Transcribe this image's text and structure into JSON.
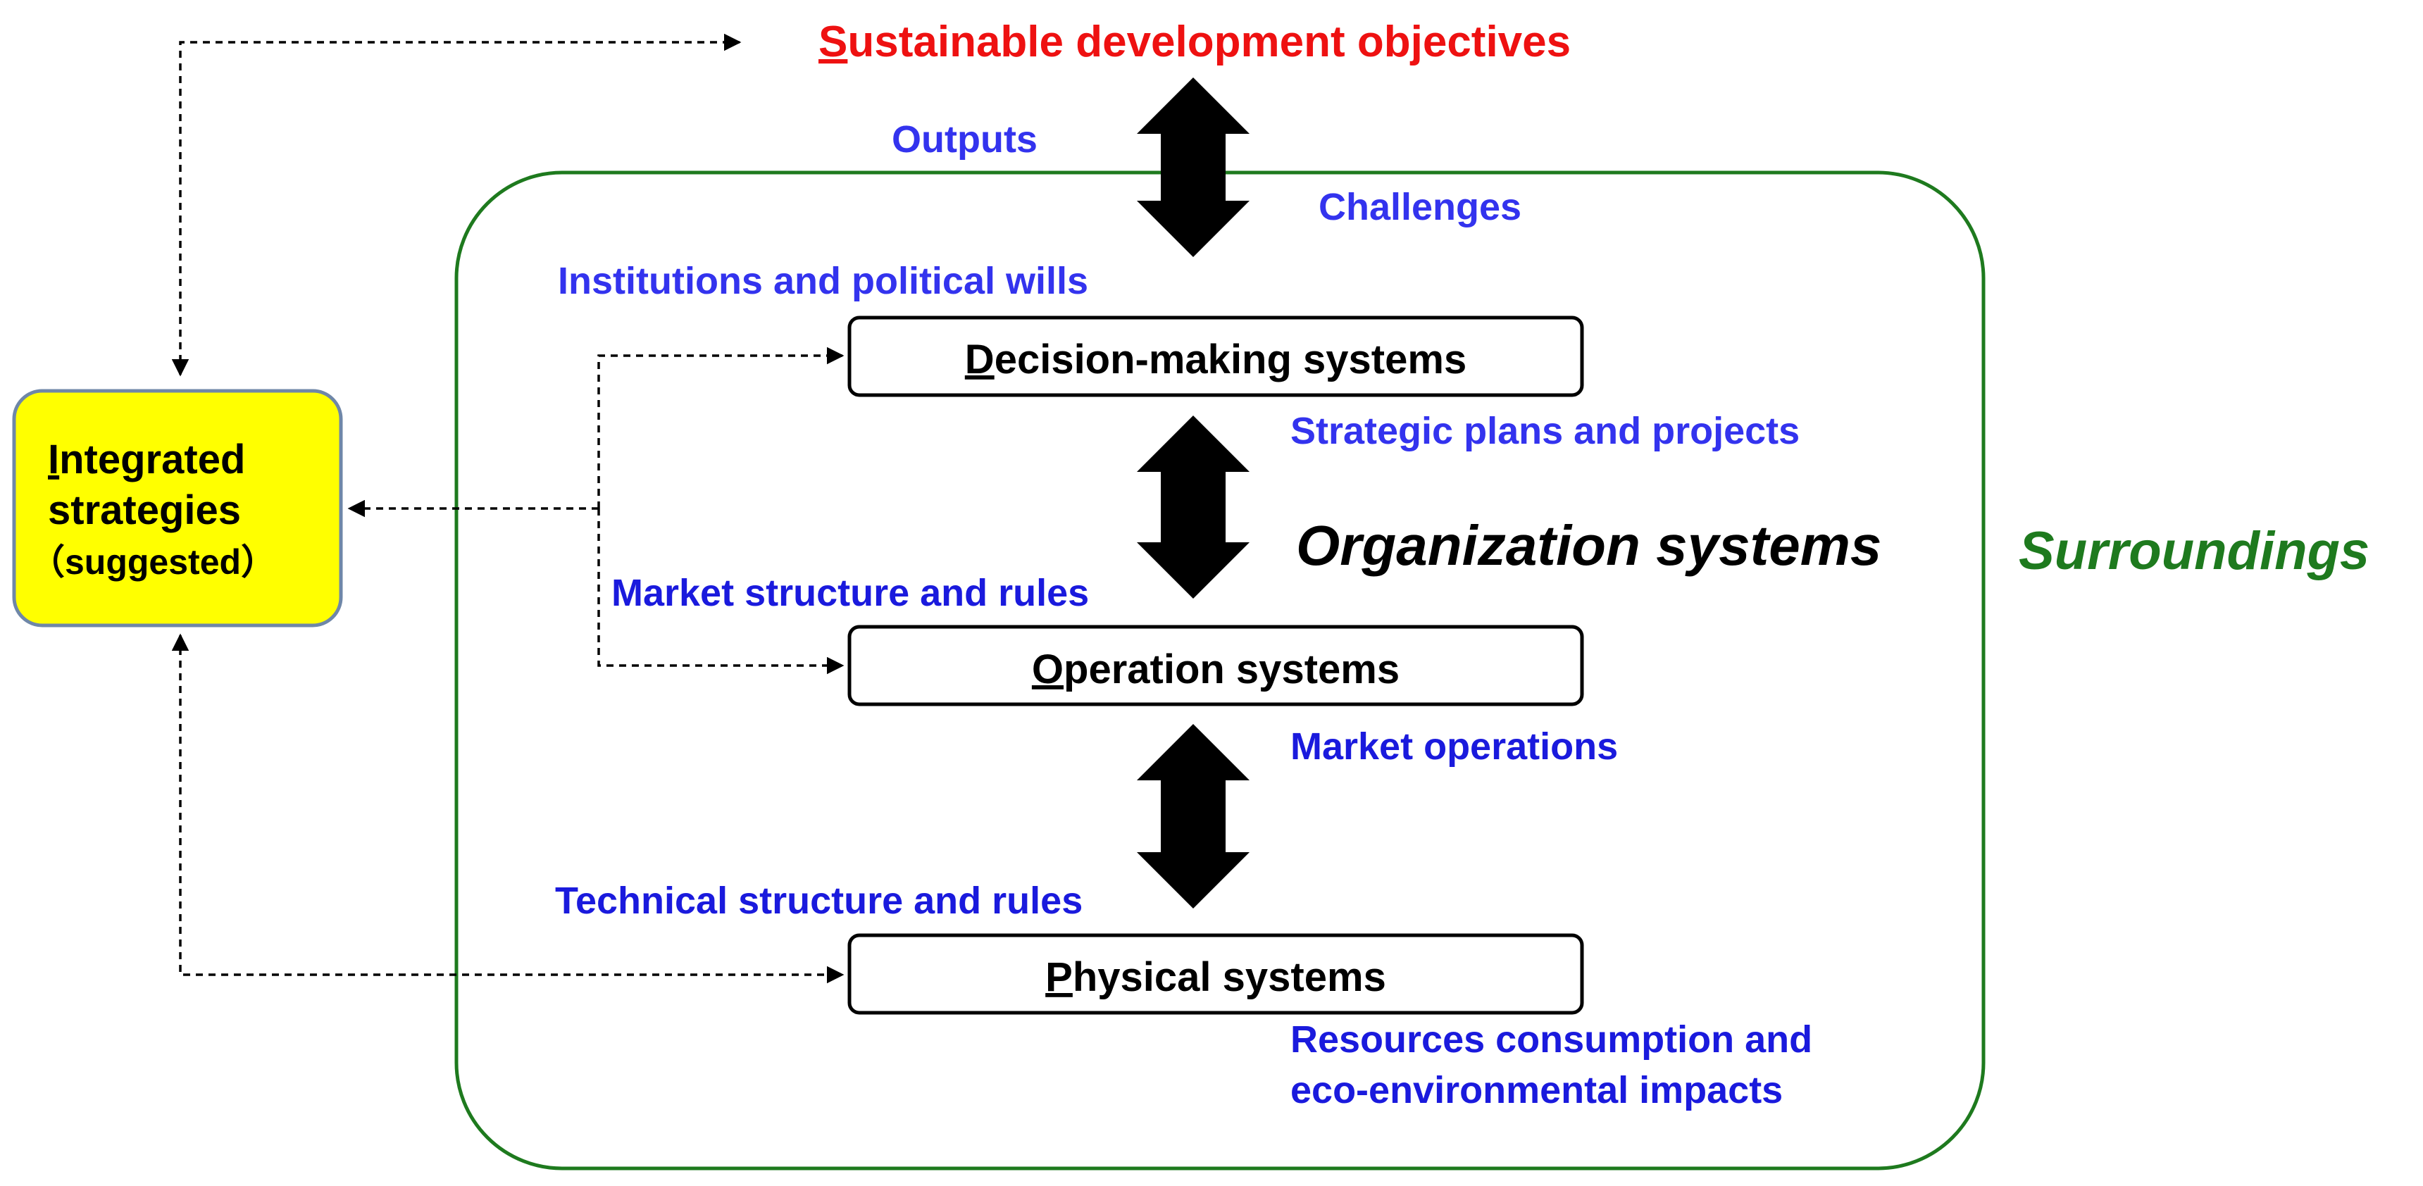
{
  "objective": {
    "initial": "S",
    "rest": "ustainable development objectives"
  },
  "integrated_box": {
    "line1_initial": "I",
    "line1_rest": "ntegrated",
    "line2": "strategies",
    "line3": "（suggested）"
  },
  "system_boxes": {
    "decision": {
      "initial": "D",
      "rest": "ecision-making systems"
    },
    "operation": {
      "initial": "O",
      "rest": "peration systems"
    },
    "physical": {
      "initial": "P",
      "rest": "hysical systems"
    }
  },
  "labels": {
    "outputs": "Outputs",
    "challenges": "Challenges",
    "institutions": "Institutions and political wills",
    "strategic": "Strategic plans and projects",
    "organization": "Organization systems",
    "surroundings": "Surroundings",
    "market_structure": "Market structure and rules",
    "market_operations": "Market operations",
    "technical_structure": "Technical structure and rules",
    "resources_line1": "Resources consumption and",
    "resources_line2": "eco-environmental impacts"
  },
  "colors": {
    "objective": "#ee1111",
    "label_blue": "#3333ee",
    "label_darkblue": "#1a1add",
    "green": "#1e7a1e",
    "yellow": "#ffff00",
    "box_border_blue": "#6f87a8"
  }
}
